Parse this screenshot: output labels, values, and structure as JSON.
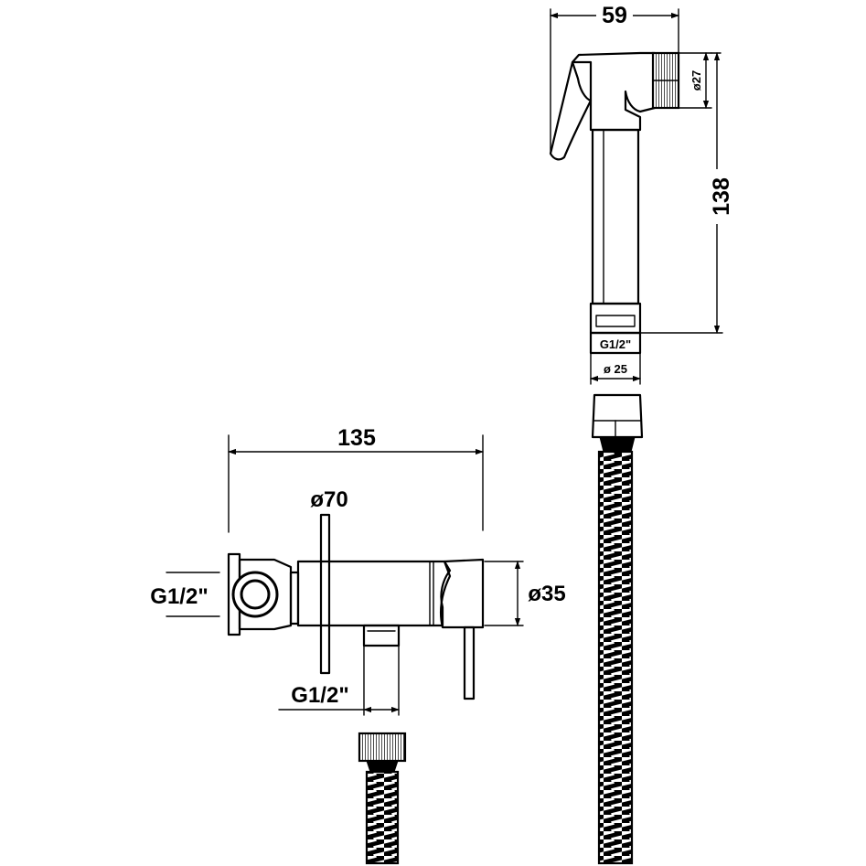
{
  "dimensions": {
    "handset_width": "59",
    "handset_nozzle_dia": "ø27",
    "handset_length": "138",
    "handset_thread": "G1/2\"",
    "handset_base_dia": "ø 25",
    "valve_length": "135",
    "flange_dia": "ø70",
    "body_dia": "ø35",
    "wall_inlet_thread": "G1/2\"",
    "outlet_thread": "G1/2\""
  }
}
